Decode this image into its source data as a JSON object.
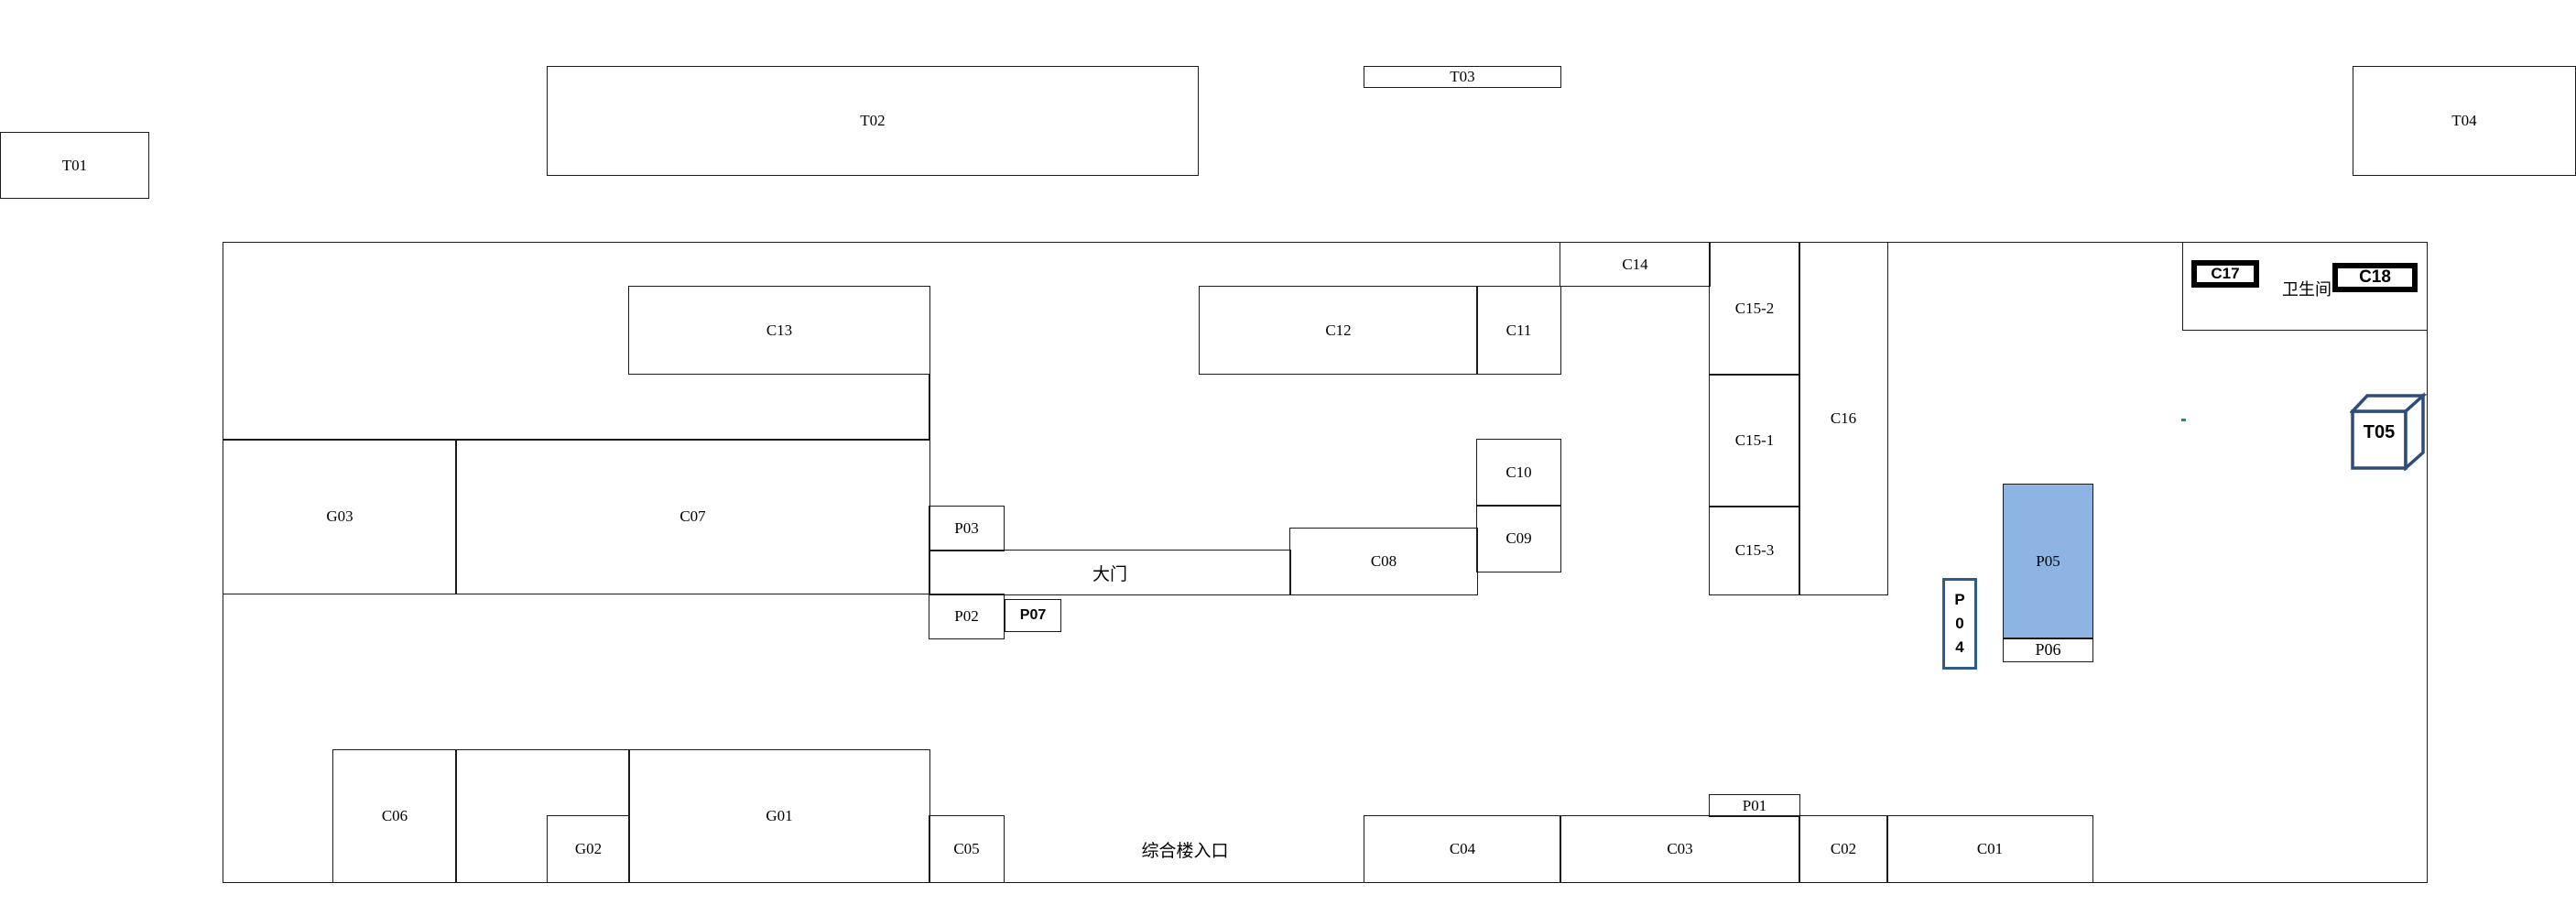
{
  "rooms": {
    "T01": "T01",
    "T02": "T02",
    "T03": "T03",
    "T04": "T04",
    "T05": "T05",
    "C01": "C01",
    "C02": "C02",
    "C03": "C03",
    "C04": "C04",
    "C05": "C05",
    "C06": "C06",
    "C07": "C07",
    "C08": "C08",
    "C09": "C09",
    "C10": "C10",
    "C11": "C11",
    "C12": "C12",
    "C13": "C13",
    "C14": "C14",
    "C15_1": "C15-1",
    "C15_2": "C15-2",
    "C15_3": "C15-3",
    "C16": "C16",
    "C17": "C17",
    "C18": "C18",
    "G01": "G01",
    "G02": "G02",
    "G03": "G03",
    "P01": "P01",
    "P02": "P02",
    "P03": "P03",
    "P04": "P04",
    "P05": "P05",
    "P06": "P06",
    "P07": "P07"
  },
  "p04_letters": [
    "P",
    "0",
    "4"
  ],
  "labels": {
    "main_gate": "大门",
    "complex_entrance": "综合楼入口",
    "restroom": "卫生间"
  },
  "colors": {
    "p05_fill": "#8EB4E3",
    "p04_border": "#2E5B8A",
    "t05_stroke": "#2E4D78",
    "marker": "#2E8B57"
  }
}
